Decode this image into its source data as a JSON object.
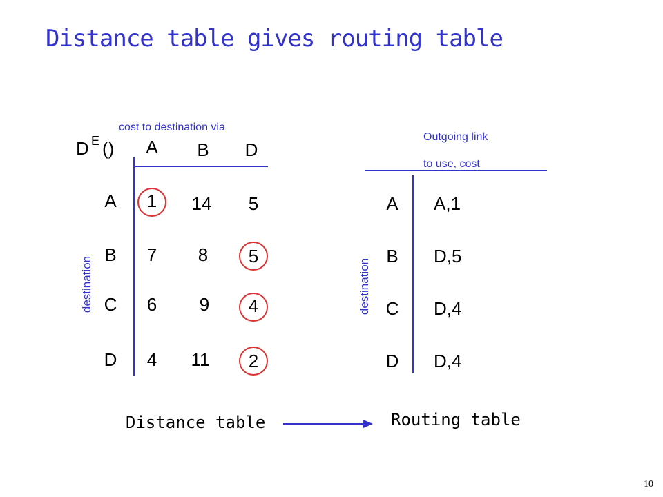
{
  "title": "Distance table gives routing table",
  "distance_table": {
    "header_D": "D",
    "header_E": "E",
    "header_paren": "()",
    "caption": "cost to destination via",
    "via": [
      "A",
      "B",
      "D"
    ],
    "axis_label": "destination",
    "rows": [
      {
        "dest": "A",
        "values": [
          "1",
          "14",
          "5"
        ]
      },
      {
        "dest": "B",
        "values": [
          "7",
          "8",
          "5"
        ]
      },
      {
        "dest": "C",
        "values": [
          "6",
          "9",
          "4"
        ]
      },
      {
        "dest": "D",
        "values": [
          "4",
          "11",
          "2"
        ]
      }
    ],
    "label": "Distance table"
  },
  "routing_table": {
    "caption_line1": "Outgoing link",
    "caption_line2": "to use, cost",
    "axis_label": "destination",
    "rows": [
      {
        "dest": "A",
        "link": "A,1"
      },
      {
        "dest": "B",
        "link": "D,5"
      },
      {
        "dest": "C",
        "link": "D,4"
      },
      {
        "dest": "D",
        "link": "D,4"
      }
    ],
    "label": "Routing table"
  },
  "colors": {
    "title": "#3333cc",
    "lines": "#3333cc",
    "highlight": "#dd3333"
  },
  "page_number": "10"
}
